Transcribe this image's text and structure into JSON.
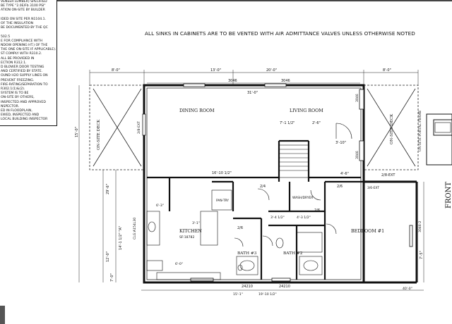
{
  "notes": [
    "VENEER LUMBER) SPECIFIED",
    "BE TYPE \"2.0E/Fb 3100 PSI\"",
    "ATION ON-SITE BY BUILDER",
    "",
    "IDED ON SITE PER N1104.1.",
    "OF THE INSULATION",
    "BE DOCUMENTED BY THE QC",
    "",
    "502.5",
    "E FOR COMPLIANCE WITH",
    "NDOW OPENING HT.) OF THE",
    "THE ONE ON-SITE IF APPLICABLE).",
    "ST COMPLY WITH R310.2.",
    "ALL BE PROVIDED IN",
    "ECTION R312.1.",
    "D BLOWER DOOR TESTING",
    "AND CERTIFIED BY STATE.",
    "OUND H2O SUPPLY LINES ON",
    "PREVENT FREEZING.",
    "FIRE-RATING/SEPARATION TO",
    "R302.1(1)&(2).",
    "SYSTEM IS TO BE",
    "ON-SITE BY OTHERS,",
    "INSPECTED AND APPROVED",
    "NSPECTOR.",
    "ED IN FLOODPLAIN,",
    "EWED, INSPECTED AND",
    "LOCAL BUILDING INSPECTOR"
  ],
  "banner": "ALL SINKS IN CABINETS ARE TO BE VENTED WITH AIR ADMITTANCE VALVES UNLESS OTHERWISE NOTED",
  "front_label": "FRONT",
  "rooms": {
    "dining": "DINING ROOM",
    "living": "LIVING ROOM",
    "kitchen": "KITCHEN",
    "kitchen_area": "SF:18782",
    "bedroom": "BEDROOM #1",
    "bath3": "BATH #3",
    "bath2": "BATH #2",
    "pantry": "PAN-TRY",
    "washer": "WASH/DRYER",
    "deck_left": "ON-SITE DECK",
    "deck_right": "ON-SITE DECK",
    "frame_right": "ON-SITE PORTAL FRAME"
  },
  "dimensions": {
    "top_left_deck": "8'-0\"",
    "top_a": "13'-0\"",
    "top_b": "20'-0\"",
    "top_right_deck": "8'-0\"",
    "top_3046_a": "3046",
    "top_3046_b": "3046",
    "overall_width": "31'-0\"",
    "right_3046_a": "3046",
    "right_3046_b": "3046",
    "width_16": "16'-10 1/2\"",
    "dim_7_1": "7'-1 1/2\"",
    "dim_2_6": "2'-6\"",
    "dim_3_10": "3'-10\"",
    "dim_4_6": "4'-6\"",
    "dim_15": "15'-0\"",
    "dim_29_6": "29'-6\"",
    "dim_14_1": "14'-1 1/2\" \"A\"",
    "dim_12_0": "12'-0\"",
    "dim_7_5": "7'-5\"",
    "dim_7_0": "7'-0\"",
    "bottom_24210_a": "24210",
    "bottom_24210_b": "24210",
    "bottom_15": "15'-1\"",
    "bottom_19": "19'-10 1/2\"",
    "bottom_40": "40'-0\"",
    "ext_28": "2/8-EXT",
    "ext_28b": "2/8-EXT",
    "door_26": "2/6",
    "door_26b": "2/6",
    "door_26c": "2/6",
    "door_24": "2/4",
    "dim_34": "3'-4 1/2\"",
    "dim_43": "4'-3 1/2\"",
    "dim_3_1": "3'-1\"",
    "clg": "CLG:A154L30",
    "ext_36": "3/6-EXT",
    "w_3046": "3046-2",
    "dim_6_3": "6'-3\"",
    "dim_6_0": "6'-0\""
  }
}
